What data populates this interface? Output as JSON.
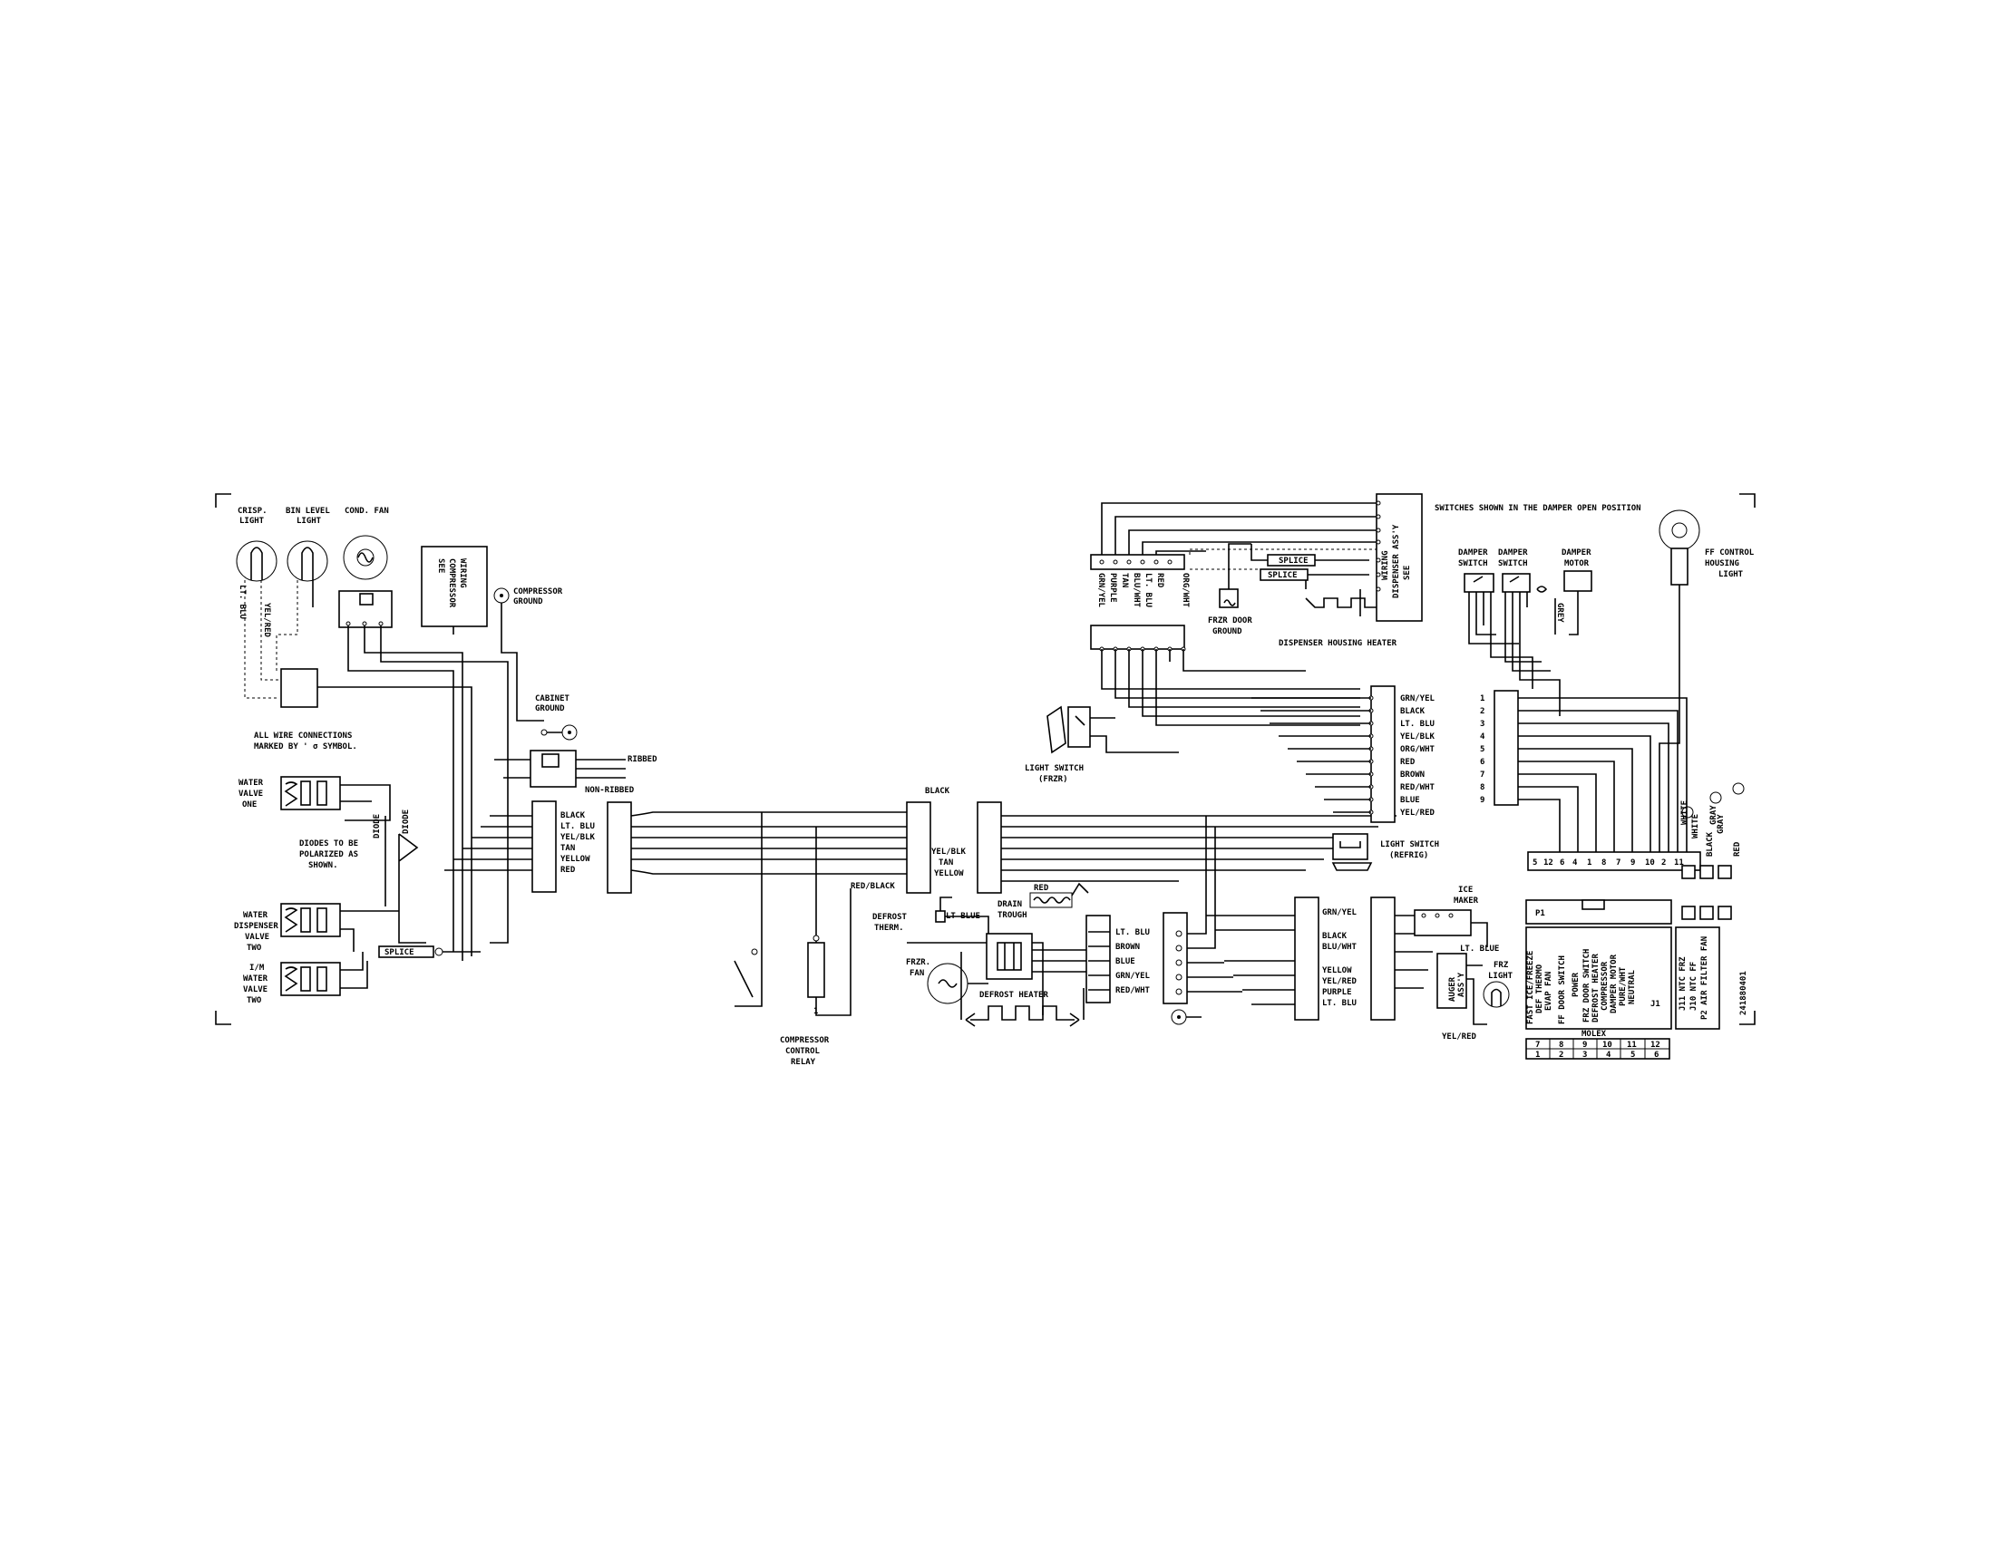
{
  "corner_marks": true,
  "labels": {
    "crisp_light": [
      "CRISP.",
      "LIGHT"
    ],
    "bin_level_light": [
      "BIN LEVEL",
      "LIGHT"
    ],
    "cond_fan": "COND. FAN",
    "see_compressor_wiring": [
      "SEE",
      "COMPRESSOR",
      "WIRING"
    ],
    "compressor_ground": [
      "COMPRESSOR",
      "GROUND"
    ],
    "lt_blu_vert": "LT. BLU",
    "yel_red_vert": "YEL/RED",
    "all_wire_note": [
      "ALL WIRE CONNECTIONS",
      "MARKED BY ' σ SYMBOL."
    ],
    "water_valve_one": [
      "WATER",
      "VALVE",
      "ONE"
    ],
    "water_dispenser_valve_two": [
      "WATER",
      "DISPENSER",
      "VALVE",
      "TWO"
    ],
    "im_water_valve_two": [
      "I/M",
      "WATER",
      "VALVE",
      "TWO"
    ],
    "diodes_note": [
      "DIODES TO BE",
      "POLARIZED AS",
      "SHOWN."
    ],
    "diode1": "DIODE",
    "diode2": "DIODE",
    "splice_left": "SPLICE",
    "cabinet_ground": [
      "CABINET",
      "GROUND"
    ],
    "ribbed": "RIBBED",
    "non_ribbed": "NON-RIBBED",
    "left_conn_wires": [
      "BLACK",
      "LT. BLU",
      "YEL/BLK",
      "TAN",
      "YELLOW",
      "RED"
    ],
    "black_top": "BLACK",
    "mid_conn_wires": [
      "YEL/BLK",
      "TAN",
      "YELLOW"
    ],
    "red_black": "RED/BLACK",
    "compressor_control_relay": [
      "COMPRESSOR",
      "CONTROL",
      "RELAY"
    ],
    "relay_pin": "1",
    "defrost_therm": [
      "DEFROST",
      "THERM."
    ],
    "lt_blue_therm": "LT BLUE",
    "drain_trough": [
      "DRAIN",
      "TROUGH"
    ],
    "red_drain": "RED",
    "fzr_fan": [
      "FRZR.",
      "FAN"
    ],
    "defrost_heater": "DEFROST HEATER",
    "heater_conn_wires": [
      "LT. BLU",
      "BROWN",
      "BLUE",
      "GRN/YEL",
      "RED/WHT"
    ],
    "light_switch_frzr": [
      "LIGHT SWITCH",
      "(FRZR)"
    ],
    "top_conn_wires": [
      "GRN/YEL",
      "PURPLE",
      "TAN",
      "BLU/WHT",
      "LT. BLU",
      "RED",
      "ORG/WHT"
    ],
    "frzr_door_ground": [
      "FRZR DOOR",
      "GROUND"
    ],
    "splice_top1": "SPLICE",
    "splice_top2": "SPLICE",
    "see_dispenser": [
      "SEE",
      "DISPENSER ASS'Y",
      "WIRING"
    ],
    "dispenser_housing_heater": "DISPENSER HOUSING HEATER",
    "right_conn_wires": [
      "GRN/YEL",
      "BLACK",
      "LT. BLU",
      "YEL/BLK",
      "ORG/WHT",
      "RED",
      "BROWN",
      "RED/WHT",
      "BLUE",
      "YEL/RED"
    ],
    "light_switch_refrig": [
      "LIGHT SWITCH",
      "(REFRIG)"
    ],
    "lower_conn_wires": [
      "GRN/YEL",
      "BLACK",
      "BLU/WHT",
      "YELLOW",
      "YEL/RED",
      "PURPLE",
      "LT. BLU"
    ],
    "ice_maker": [
      "ICE",
      "MAKER"
    ],
    "lt_blue_ice": "LT. BLUE",
    "auger_assy": [
      "AUGER",
      "ASS'Y"
    ],
    "frz_light": [
      "FRZ",
      "LIGHT"
    ],
    "yel_red_bottom": "YEL/RED",
    "switches_note": "SWITCHES SHOWN IN THE DAMPER OPEN POSITION",
    "damper_switch1": [
      "DAMPER",
      "SWITCH"
    ],
    "damper_switch2": [
      "DAMPER",
      "SWITCH"
    ],
    "damper_motor": [
      "DAMPER",
      "MOTOR"
    ],
    "grey": "GREY",
    "ff_control_housing_light": [
      "FF CONTROL",
      "HOUSING",
      "LIGHT"
    ],
    "j_pin_numbers": [
      "1",
      "2",
      "3",
      "4",
      "5",
      "6",
      "7",
      "8",
      "9"
    ],
    "board_pins": [
      "5",
      "12",
      "6",
      "4",
      "1",
      "8",
      "7",
      "9",
      "10",
      "2",
      "11"
    ],
    "right_side_wires": [
      "WHITE",
      "WHITE",
      "GRAY",
      "BLACK",
      "GRAY",
      "RED"
    ],
    "p1": "P1",
    "j1": "J1",
    "board_functions": [
      "FAST ICE/FREEZE",
      "DEF THERMO",
      "EVAP FAN",
      "FF DOOR SWITCH",
      "POWER",
      "FRZ DOOR SWITCH",
      "DEFROST HEATER",
      "COMPRESSOR",
      "DAMPER MOTOR",
      "PURE/WHT",
      "NEUTRAL"
    ],
    "j11": "J11 NTC FRZ",
    "j10": "J10 NTC FF",
    "p2": "P2 AIR FILTER FAN",
    "molex": "MOLEX",
    "molex_top": [
      "7",
      "8",
      "9",
      "10",
      "11",
      "12"
    ],
    "molex_bottom": [
      "1",
      "2",
      "3",
      "4",
      "5",
      "6"
    ],
    "part_number": "241880401"
  }
}
